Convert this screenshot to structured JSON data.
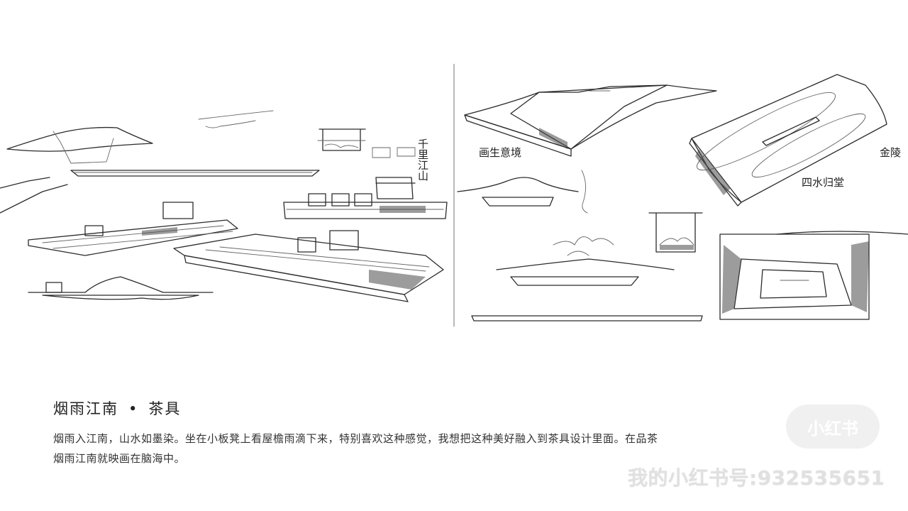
{
  "title": {
    "main": "烟雨江南",
    "separator": "•",
    "sub": "茶具"
  },
  "description": {
    "line1": "烟雨入江南，山水如墨染。坐在小板凳上看屋檐雨滴下来，特别喜欢这种感觉，我想把这种美好融入到茶具设计里面。在品茶",
    "line2": "烟雨江南就映画在脑海中。"
  },
  "sketch_notes": {
    "note1": "千里江山",
    "note2": "画生意境",
    "note3": "四水归堂",
    "note4": "金陵"
  },
  "watermark": {
    "logo": "小红书",
    "account": "我的小红书号:932535651"
  }
}
